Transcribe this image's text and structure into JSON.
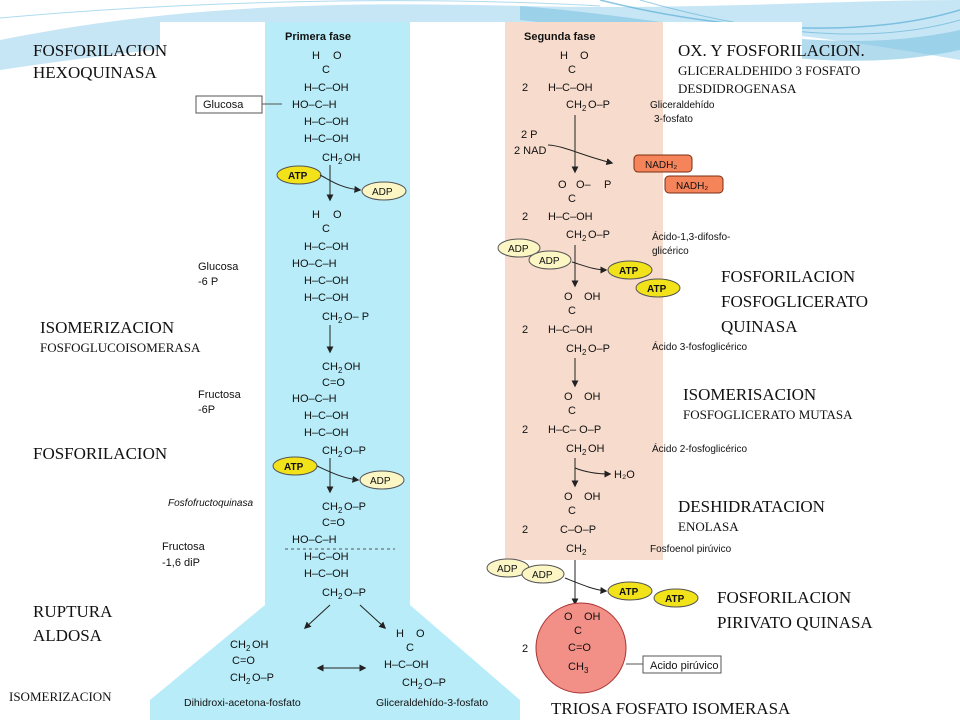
{
  "slide": {
    "accent_colors": {
      "phase1_band": "#b8ecf8",
      "phase2_band": "#f7dccd",
      "atp": "#f2e21a",
      "adp": "#fbf6c4",
      "nadh": "#f5845b",
      "pyruvate_circle": "#f28f86"
    }
  },
  "phase1": {
    "title": "Primera fase",
    "glucosa_label": "Glucosa",
    "glucosa6p_label": [
      "Glucosa",
      "-6 P"
    ],
    "fructosa6p_label": [
      "Fructosa",
      "-6P"
    ],
    "fosfofructoquinasa_label": "Fosfofructoquinasa",
    "fructosa16_label": [
      "Fructosa",
      "-1,6 diP"
    ],
    "atp": "ATP",
    "adp": "ADP",
    "dhap_label": "Dihidroxi-acetona-fosfato",
    "g3p_label": "Gliceraldehído-3-fosfato"
  },
  "phase2": {
    "title": "Segunda fase",
    "g3p_label": [
      "Gliceraldehído",
      "3-fosfato"
    ],
    "inputs": [
      "2 P",
      "2 NAD"
    ],
    "nadh": "NADH₂",
    "bpg_label": [
      "Ácido-1,3-difosfo-",
      "glicérico"
    ],
    "pg3_label": "Ácido 3-fosfoglicérico",
    "pg2_label": "Ácido 2-fosfoglicérico",
    "h2o": "H₂O",
    "pep_label": "Fosfoenol pirúvico",
    "pyruvate_label": "Acido pirúvico",
    "atp": "ATP",
    "adp": "ADP",
    "coefficient": "2"
  },
  "labels": {
    "fosforilacion_hexoquinasa": [
      "FOSFORILACION",
      "HEXOQUINASA"
    ],
    "ox_fosforilacion": [
      "OX. Y FOSFORILACION.",
      "GLICERALDEHIDO 3 FOSFATO",
      "DESDIDROGENASA"
    ],
    "fosforilacion_fosfoglicerato": [
      "FOSFORILACION",
      "FOSFOGLICERATO",
      "QUINASA"
    ],
    "isomerizacion_fosfoglucoisomerasa": [
      "ISOMERIZACION",
      "FOSFOGLUCOISOMERASA"
    ],
    "isomerisacion_mutasa": [
      "ISOMERISACION",
      "FOSFOGLICERATO MUTASA"
    ],
    "fosforilacion": "FOSFORILACION",
    "deshidratacion": [
      "DESHIDRATACION",
      "ENOLASA"
    ],
    "fosforilacion_pirivato": [
      "FOSFORILACION",
      "PIRIVATO QUINASA"
    ],
    "ruptura_aldosa": [
      "RUPTURA",
      "ALDOSA"
    ],
    "isomerizacion_bottom": "ISOMERIZACION",
    "triosa": "TRIOSA FOSFATO ISOMERASA"
  }
}
